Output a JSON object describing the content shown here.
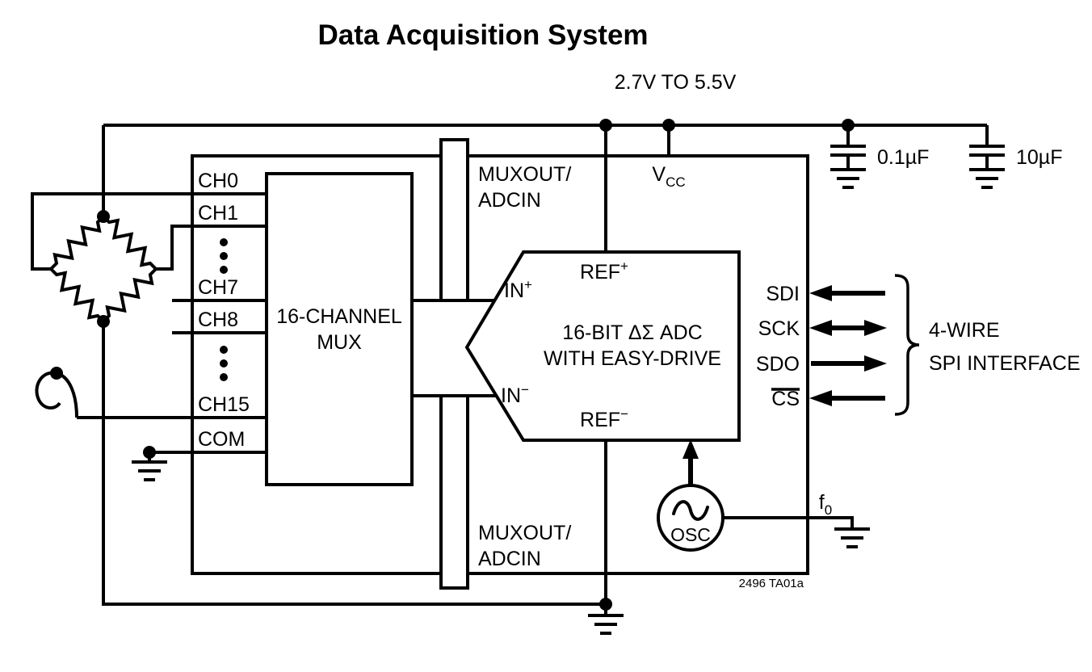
{
  "title": "Data Acquisition System",
  "supply": {
    "voltage_range": "2.7V TO 5.5V"
  },
  "decoupling": {
    "cap1": "0.1µF",
    "cap2": "10µF"
  },
  "chip": {
    "part_note": "2496 TA01a",
    "channel_pins": [
      "CH0",
      "CH1",
      "CH7",
      "CH8",
      "CH15",
      "COM"
    ],
    "mux_label": {
      "line1": "16-CHANNEL",
      "line2": "MUX"
    },
    "muxout_top": {
      "line1": "MUXOUT/",
      "line2": "ADCIN"
    },
    "muxout_bottom": {
      "line1": "MUXOUT/",
      "line2": "ADCIN"
    },
    "vcc_pin": {
      "name": "V",
      "sub": "CC"
    },
    "adc": {
      "ref_plus": {
        "name": "REF",
        "sup": "+"
      },
      "ref_minus": {
        "name": "REF",
        "sup": "−"
      },
      "in_plus": {
        "name": "IN",
        "sup": "+"
      },
      "in_minus": {
        "name": "IN",
        "sup": "−"
      },
      "desc_line1": "16-BIT ΔΣ ADC",
      "desc_line2": "WITH EASY-DRIVE"
    },
    "spi_pins": [
      "SDI",
      "SCK",
      "SDO",
      "CS"
    ],
    "osc_label": "OSC",
    "f0_pin": {
      "name": "f",
      "sub": "0"
    }
  },
  "spi_interface": {
    "line1": "4-WIRE",
    "line2": "SPI INTERFACE"
  },
  "colors": {
    "ink": "#000000",
    "background": "#ffffff"
  }
}
